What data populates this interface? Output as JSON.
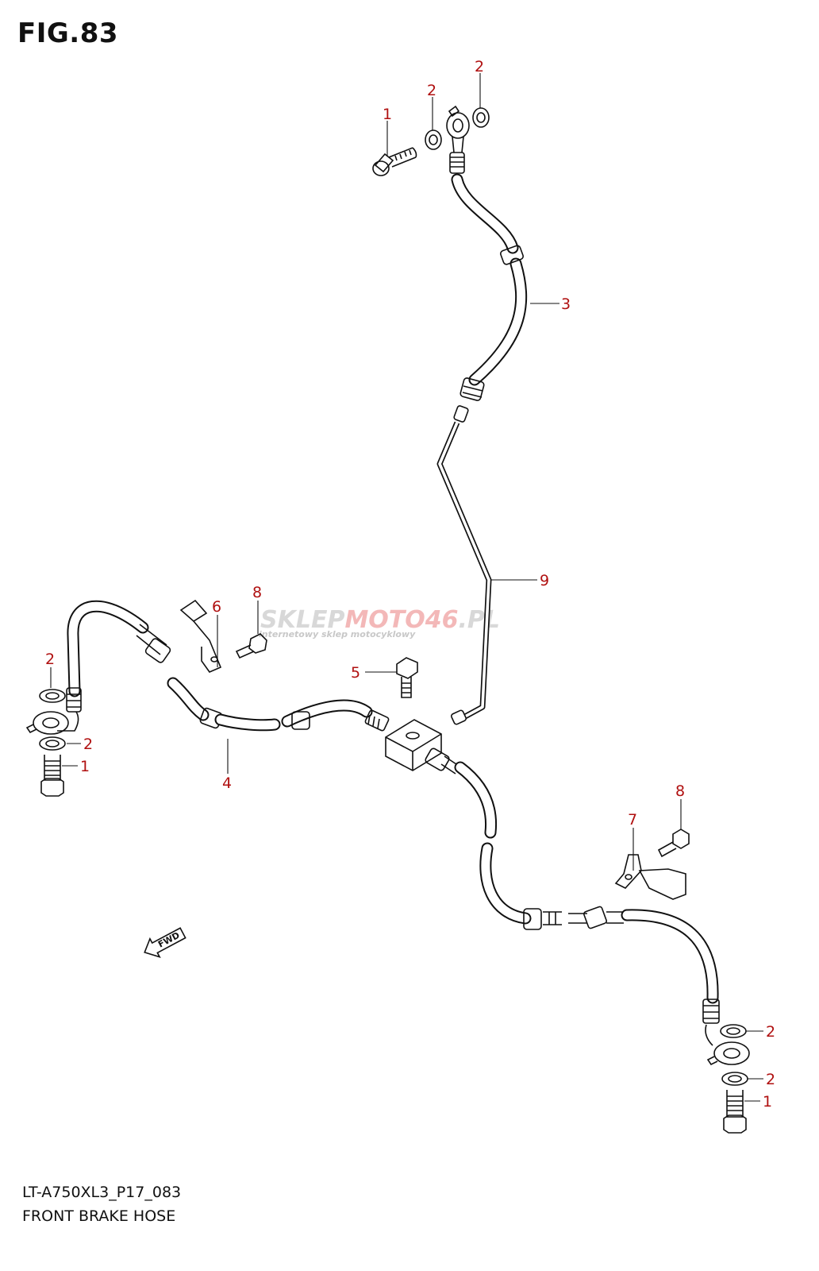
{
  "figure_title": "FIG.83",
  "model_code": "LT-A750XL3_P17_083",
  "diagram_title": "FRONT BRAKE HOSE",
  "watermark": {
    "brand_gray_1": "SKLEP",
    "brand_red": "MOTO46",
    "brand_gray_2": ".PL",
    "tagline": "internetowy sklep motocyklowy"
  },
  "fwd_label": "FWD",
  "callouts": {
    "c1": "1",
    "c2": "2",
    "c3": "2",
    "c4": "3",
    "c5": "9",
    "c6": "6",
    "c7": "8",
    "c8": "2",
    "c9": "2",
    "c10": "1",
    "c11": "4",
    "c12": "5",
    "c13": "8",
    "c14": "7",
    "c15": "2",
    "c16": "2",
    "c17": "1"
  },
  "colors": {
    "callout": "#b01010",
    "line": "#111111",
    "watermark_red": "#f3b8b8"
  }
}
